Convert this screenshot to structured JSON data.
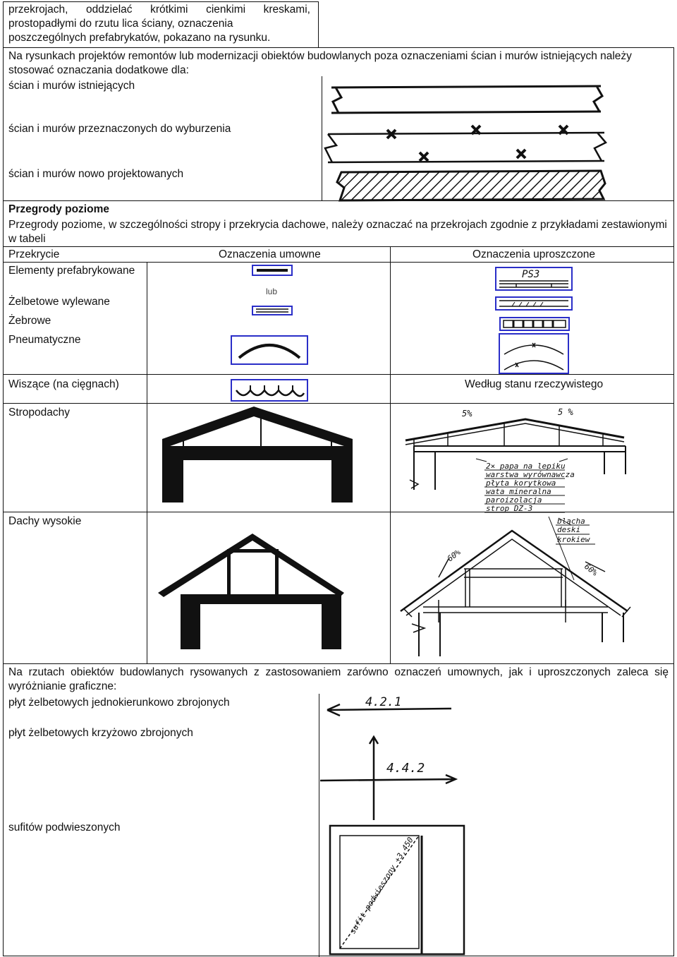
{
  "intro": {
    "line1_words": [
      "przekrojach,",
      "oddzielać",
      "krótkimi",
      "cienkimi",
      "kreskami,"
    ],
    "line2": "prostopadłymi do rzutu lica ściany, oznaczenia",
    "line3": "poszczególnych prefabrykatów, pokazano na rysunku."
  },
  "walls": {
    "note": "Na rysunkach projektów remontów lub modernizacji obiektów budowlanych poza oznaczeniami ścian i murów istniejących należy stosować oznaczania dodatkowe dla:",
    "rows": [
      {
        "label": "ścian i murów istniejących",
        "icon": "existing-wall-symbol"
      },
      {
        "label": "ścian i murów przeznaczonych do wyburzenia",
        "icon": "demolition-wall-symbol"
      },
      {
        "label": "ścian i murów nowo projektowanych",
        "icon": "new-wall-symbol"
      }
    ]
  },
  "partitions": {
    "heading": "Przegrody poziome",
    "text": "Przegrody poziome, w szczególności stropy i przekrycia dachowe, należy oznaczać na przekrojach zgodnie z przykładami zestawionymi w tabeli",
    "col_headers": [
      "Przekrycie",
      "Oznaczenia umowne",
      "Oznaczenia uproszczone"
    ],
    "rows": [
      "Elementy prefabrykowane",
      "Żelbetowe wylewane",
      "Żebrowe",
      "Pneumatyczne",
      "Wiszące (na cięgnach)",
      "Stropodachy",
      "Dachy wysokie"
    ],
    "or_label": "lub",
    "prefab_code": "PS3",
    "actual_state": "Według stanu rzeczywistego",
    "flat_roof_slopes": [
      "5%",
      "5 %"
    ],
    "flat_roof_layers": [
      "2× papa na lepiku",
      "warstwa wyrównawcza",
      "płyta korytkowa",
      "wata mineralna",
      "paroizolacja",
      "strop DZ-3"
    ],
    "pitched_roof_layers": [
      "blacha",
      "deski",
      "krokiew"
    ],
    "pitched_roof_slopes": [
      "60%",
      "60%"
    ],
    "accent_color": "#2a2ec8"
  },
  "plans": {
    "note": "Na rzutach obiektów budowlanych rysowanych z zastosowaniem zarówno oznaczeń umownych, jak i uproszczonych zaleca się wyróżnianie graficzne:",
    "rows": [
      {
        "label": "płyt żelbetowych jednokierunkowo zbrojonych",
        "code": "4.2.1"
      },
      {
        "label": "płyt żelbetowych krzyżowo zbrojonych",
        "code": "4.4.2"
      },
      {
        "label": "sufitów podwieszonych",
        "code": "sufit podwieszony +3,450"
      }
    ]
  }
}
